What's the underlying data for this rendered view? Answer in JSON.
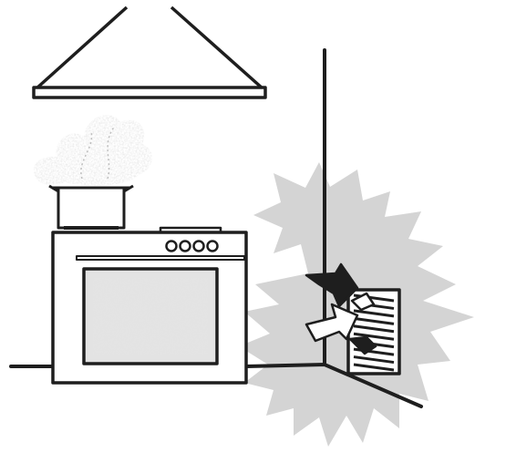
{
  "figure": {
    "type": "line-illustration",
    "elements": [
      "range-hood",
      "steam",
      "cooking-pot",
      "cooker",
      "wall",
      "floor",
      "air-vent",
      "airflow-arrows",
      "starburst-highlight"
    ]
  },
  "colors": {
    "line": "#1e1e1e",
    "highlight": "#d4d4d4",
    "steam": "#d8d8d8",
    "oven_window": "#e3e3e3",
    "background": "#ffffff"
  },
  "stove": {
    "burner_knobs": 4
  },
  "vent": {
    "grille_slats": 10
  }
}
